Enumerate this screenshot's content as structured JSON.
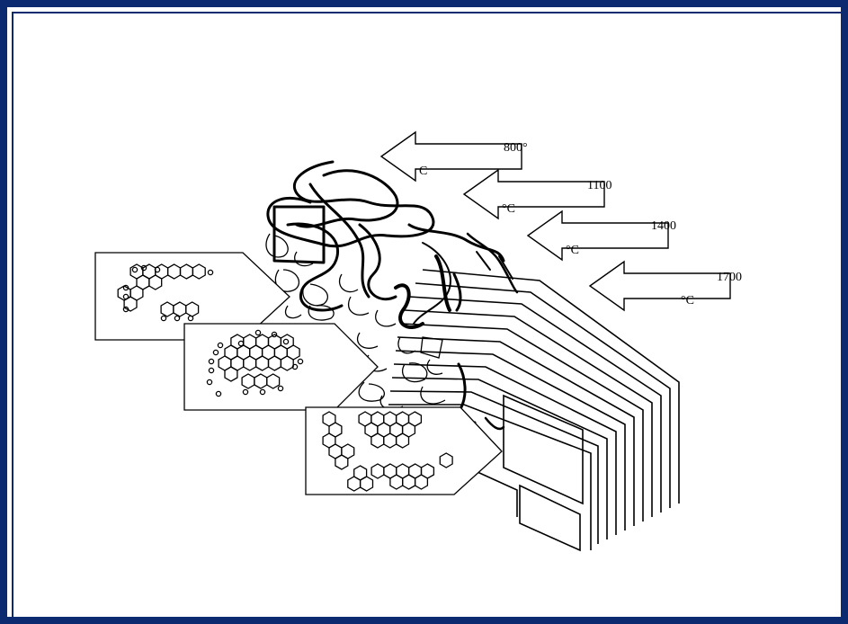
{
  "temperature_arrows": [
    {
      "top_text": "800°",
      "bottom_text": "C"
    },
    {
      "top_text": "1100",
      "bottom_text": "°C"
    },
    {
      "top_text": "1400",
      "bottom_text": "°C"
    },
    {
      "top_text": "1700",
      "bottom_text": "°C"
    }
  ],
  "panels": [
    "small-fragments",
    "medium-clusters",
    "large-sheets"
  ],
  "colors": {
    "frame": "#0b2a6f",
    "stroke": "#000000",
    "background": "#ffffff"
  }
}
